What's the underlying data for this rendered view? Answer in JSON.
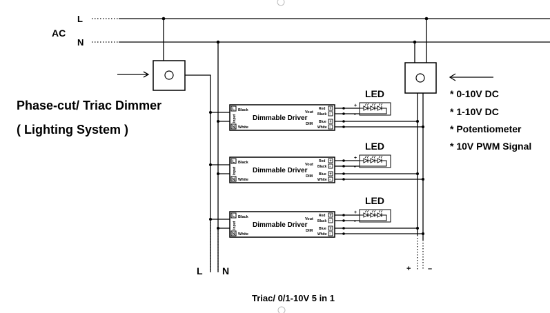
{
  "ac_source": {
    "label": "AC",
    "line_label": "L",
    "neutral_label": "N"
  },
  "triac_dimmer": {
    "title": "Phase-cut/ Triac Dimmer",
    "subtitle": "( Lighting System )"
  },
  "control_dimmer": {
    "options": [
      "* 0-10V DC",
      "* 1-10V DC",
      "* Potentiometer",
      "* 10V PWM Signal"
    ]
  },
  "drivers": [
    {
      "name": "Dimmable Driver",
      "input_label": "Input",
      "l_terminal": "L",
      "n_terminal": "N",
      "l_wire": "Black",
      "n_wire": "White",
      "vout_label": "Vout",
      "dim_label": "DIM",
      "out_wires": [
        "Red",
        "Black",
        "Blue",
        "White"
      ],
      "out_signs": [
        "+",
        "-",
        "+",
        "-"
      ],
      "led_label": "LED",
      "led_plus": "+",
      "led_minus": "-"
    },
    {
      "name": "Dimmable Driver",
      "input_label": "Input",
      "l_terminal": "L",
      "n_terminal": "N",
      "l_wire": "Black",
      "n_wire": "White",
      "vout_label": "Vout",
      "dim_label": "DIM",
      "out_wires": [
        "Red",
        "Black",
        "Blue",
        "White"
      ],
      "out_signs": [
        "+",
        "-",
        "+",
        "-"
      ],
      "led_label": "LED",
      "led_plus": "+",
      "led_minus": "-"
    },
    {
      "name": "Dimmable Driver",
      "input_label": "Input",
      "l_terminal": "L",
      "n_terminal": "N",
      "l_wire": "Black",
      "n_wire": "White",
      "vout_label": "Vout",
      "dim_label": "DIM",
      "out_wires": [
        "Red",
        "Black",
        "Blue",
        "White"
      ],
      "out_signs": [
        "+",
        "-",
        "+",
        "-"
      ],
      "led_label": "LED",
      "led_plus": "+",
      "led_minus": "-"
    }
  ],
  "bottom_labels": {
    "line": "L",
    "neutral": "N",
    "dim_plus": "+",
    "dim_minus": "–"
  },
  "caption": "Triac/ 0/1-10V 5 in 1"
}
